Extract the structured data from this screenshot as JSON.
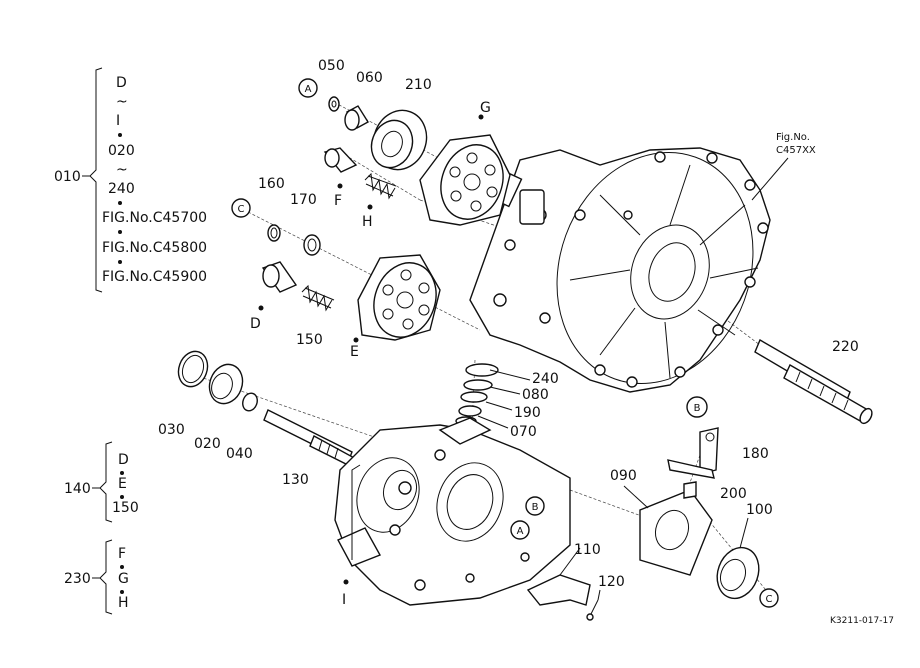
{
  "group_010": {
    "code": "010",
    "lines": [
      "D",
      "~",
      "I",
      "020",
      "~",
      "240",
      "FIG.No.C45700",
      "FIG.No.C45800",
      "FIG.No.C45900"
    ]
  },
  "group_140": {
    "code": "140",
    "lines": [
      "D",
      "E",
      "150"
    ]
  },
  "group_230": {
    "code": "230",
    "lines": [
      "F",
      "G",
      "H"
    ]
  },
  "fig_ref": {
    "line1": "Fig.No.",
    "line2": "C457XX"
  },
  "callouts": {
    "p050": "050",
    "p060": "060",
    "p210": "210",
    "pG": "G",
    "p160": "160",
    "p170": "170",
    "pF": "F",
    "pH": "H",
    "pD": "D",
    "p150": "150",
    "pE": "E",
    "p220": "220",
    "p240": "240",
    "p080": "080",
    "p190": "190",
    "p070": "070",
    "p030": "030",
    "p020": "020",
    "p040": "040",
    "p130": "130",
    "p180": "180",
    "p090": "090",
    "p200": "200",
    "p100": "100",
    "p110": "110",
    "p120": "120",
    "pI": "I"
  },
  "circled": {
    "a_top": "A",
    "c_left": "C",
    "b_right": "B",
    "b_case": "B",
    "a_case": "A",
    "c_bottom": "C"
  },
  "drawing_code": "K3211-017-17"
}
